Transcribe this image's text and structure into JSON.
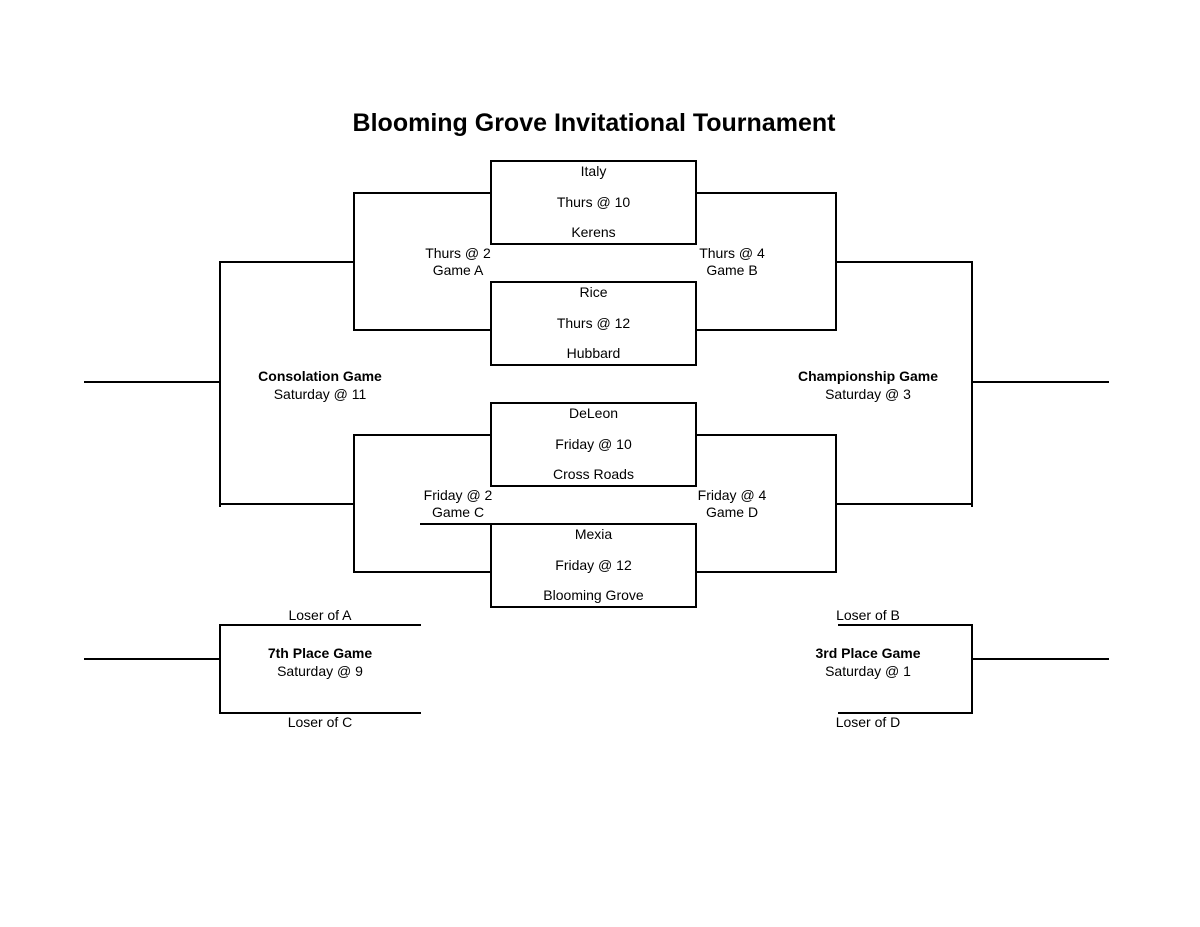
{
  "title": "Blooming Grove Invitational Tournament",
  "first_round": [
    {
      "top_team": "Italy",
      "time": "Thurs @ 10",
      "bottom_team": "Kerens"
    },
    {
      "top_team": "Rice",
      "time": "Thurs @ 12",
      "bottom_team": "Hubbard"
    },
    {
      "top_team": "DeLeon",
      "time": "Friday @ 10",
      "bottom_team": "Cross Roads"
    },
    {
      "top_team": "Mexia",
      "time": "Friday @ 12",
      "bottom_team": "Blooming Grove"
    }
  ],
  "second_round": {
    "game_a": {
      "time": "Thurs @ 2",
      "name": "Game A"
    },
    "game_b": {
      "time": "Thurs @ 4",
      "name": "Game B"
    },
    "game_c": {
      "time": "Friday @ 2",
      "name": "Game C"
    },
    "game_d": {
      "time": "Friday @ 4",
      "name": "Game D"
    }
  },
  "finals": {
    "consolation": {
      "name": "Consolation Game",
      "time": "Saturday @ 11"
    },
    "championship": {
      "name": "Championship Game",
      "time": "Saturday @ 3"
    }
  },
  "placement_games": {
    "seventh_place": {
      "name": "7th Place Game",
      "time": "Saturday @ 9",
      "top_slot": "Loser of A",
      "bottom_slot": "Loser of C"
    },
    "third_place": {
      "name": "3rd Place Game",
      "time": "Saturday @ 1",
      "top_slot": "Loser of B",
      "bottom_slot": "Loser of D"
    }
  },
  "colors": {
    "line": "#000000",
    "background": "#ffffff",
    "text": "#000000"
  }
}
